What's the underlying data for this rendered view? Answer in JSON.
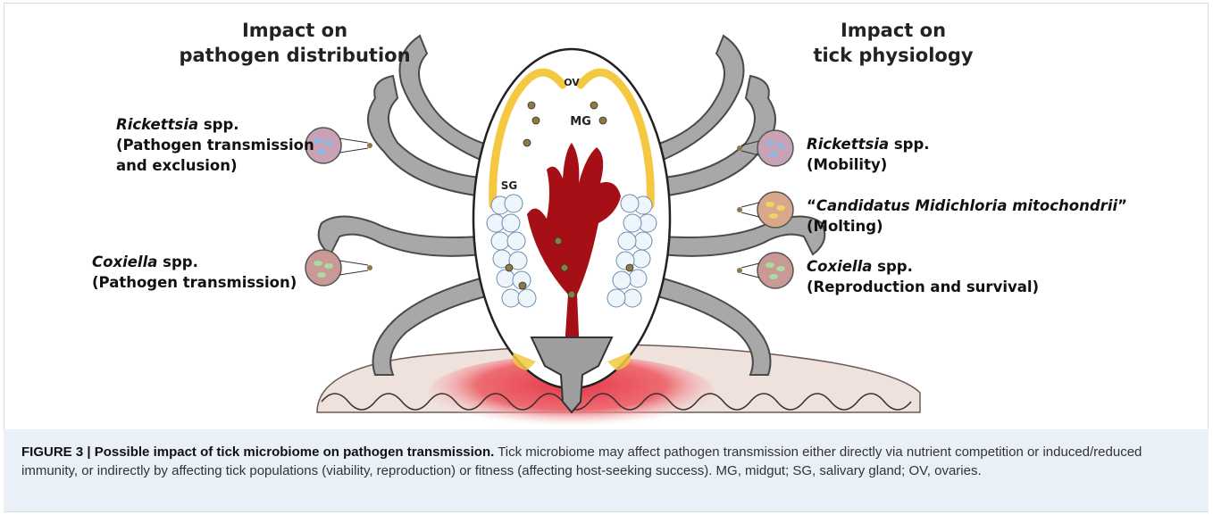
{
  "headings": {
    "left_line1": "Impact on",
    "left_line2": "pathogen distribution",
    "right_line1": "Impact on",
    "right_line2": "tick physiology"
  },
  "left_labels": {
    "rickettsia_italic": "Rickettsia",
    "rickettsia_rest": " spp.",
    "rickettsia_line2": "(Pathogen transmission",
    "rickettsia_line3": "and exclusion)",
    "coxiella_italic": "Coxiella",
    "coxiella_rest": " spp.",
    "coxiella_line2": "(Pathogen transmission)"
  },
  "right_labels": {
    "rickettsia_italic": "Rickettsia",
    "rickettsia_rest": " spp.",
    "rickettsia_line2": "(Mobility)",
    "candidatus_open": "“",
    "candidatus_italic": "Candidatus Midichloria mitochondrii",
    "candidatus_close": "”",
    "candidatus_line2": "(Molting)",
    "coxiella_italic": "Coxiella",
    "coxiella_rest": " spp.",
    "coxiella_line2": "(Reproduction and survival)"
  },
  "organ_labels": {
    "ov": "OV",
    "mg": "MG",
    "sg": "SG"
  },
  "caption": {
    "title": "FIGURE 3 | Possible impact of tick microbiome on pathogen transmission.",
    "body": " Tick microbiome may affect pathogen transmission either directly via nutrient competition or induced/reduced immunity, or indirectly by affecting tick populations (viability, reproduction) or fitness (affecting host-seeking success). MG, midgut; SG, salivary gland; OV, ovaries."
  },
  "colors": {
    "leg": "#a8a8a8",
    "ovary": "#f5c842",
    "midgut": "#a50f15",
    "skin": "#f2e4e0",
    "wound": "#e8434f"
  }
}
